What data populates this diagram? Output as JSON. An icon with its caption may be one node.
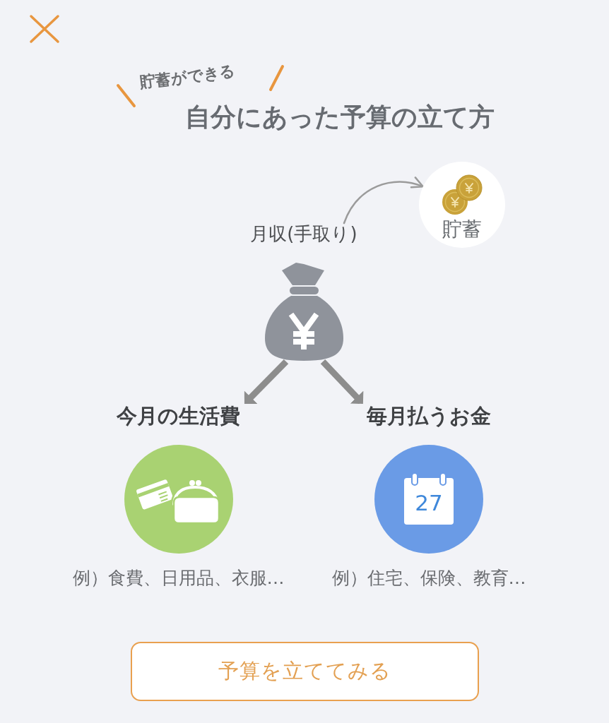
{
  "diagram": {
    "title": "自分にあった予算の立て方",
    "nodes": [
      {
        "text": [
          "貯蓄"
        ]
      },
      {
        "text": [
          "月収(手取り)"
        ]
      },
      {
        "text": [
          "今月の生活費"
        ],
        "beside": [
          "例）食費、日用品、衣服…"
        ]
      },
      {
        "text": [
          "毎月払うお金"
        ],
        "beside": [
          "例）住宅、保険、教育…"
        ]
      },
      {
        "text": [
          "予算を立ててみる"
        ]
      }
    ],
    "edges": [
      {
        "from": 1,
        "to": 0,
        "arrow": "to"
      },
      {
        "from": 1,
        "to": 2,
        "arrow": "to"
      },
      {
        "from": 1,
        "to": 3,
        "arrow": "to"
      }
    ],
    "labels": [
      "貯蓄ができる",
      "27"
    ]
  }
}
